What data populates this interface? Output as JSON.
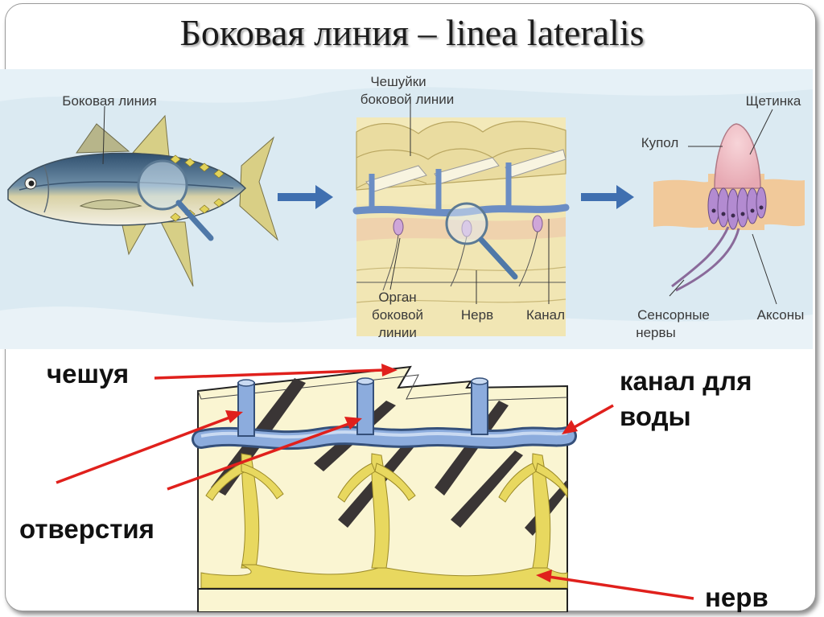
{
  "title": "Боковая линия – linea lateralis",
  "top_labels": {
    "lateral_line": "Боковая линия",
    "scales_line1": "Чешуйки",
    "scales_line2": "боковой линии",
    "bristle": "Щетинка",
    "cupula": "Купол",
    "organ_line1": "Орган",
    "organ_line2": "боковой",
    "organ_line3": "линии",
    "nerve": "Нерв",
    "canal": "Канал",
    "sensory_line1": "Сенсорные",
    "sensory_line2": "нервы",
    "axons": "Аксоны"
  },
  "bottom_labels": {
    "scale": "чешуя",
    "canal_line1": "канал для",
    "canal_line2": "воды",
    "openings": "отверстия",
    "nerve": "нерв"
  },
  "colors": {
    "panel_bg": "#dbeaf2",
    "canal_blue": "#6b8dc4",
    "nerve_yellow": "#e6d45a",
    "scale_cream": "#f4ecbf",
    "arrow_red": "#e0201c",
    "flow_arrow": "#3f6fb0"
  }
}
